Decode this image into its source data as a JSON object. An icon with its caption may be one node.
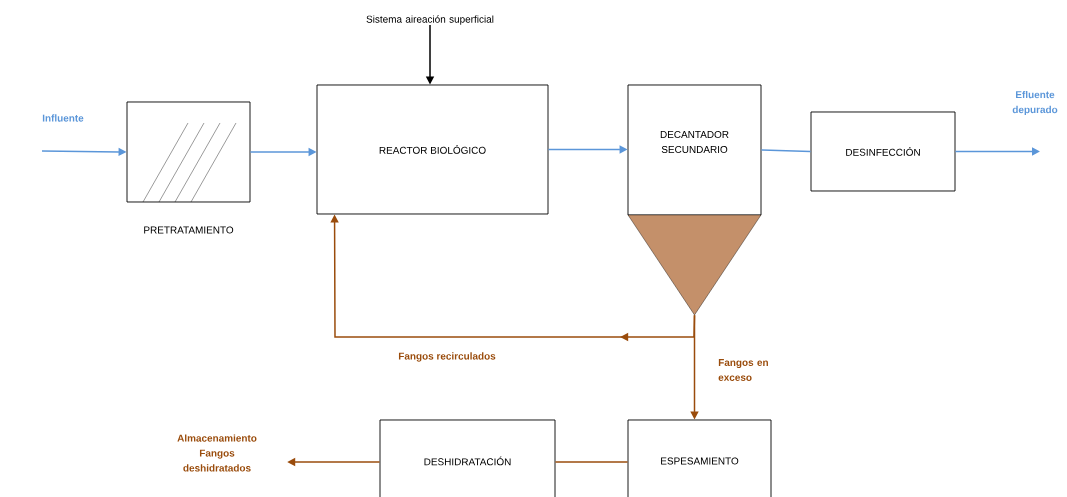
{
  "diagram": {
    "nodes": [
      {
        "text": [
          "PRETRATAMIENTO"
        ]
      },
      {
        "text": [
          "REACTOR BIOLÓGICO"
        ]
      },
      {
        "text": [
          "DECANTADOR SECUNDARIO"
        ]
      },
      {
        "text": [],
        "shape": "triangle"
      },
      {
        "text": [
          "DESINFECCIÓN"
        ]
      },
      {
        "text": [
          "ESPESAMIENTO"
        ]
      },
      {
        "text": [
          "DESHIDRATACIÓN"
        ]
      },
      {
        "text": [
          "Almacenamiento Fangos deshidratados"
        ]
      },
      {
        "text": [
          "Sistema aireación superficial"
        ]
      }
    ],
    "edges": [
      {
        "from": null,
        "to": 0,
        "arrow": "to",
        "label": "Influente"
      },
      {
        "from": 0,
        "to": 1,
        "arrow": "to"
      },
      {
        "from": 1,
        "to": 2,
        "arrow": "to"
      },
      {
        "from": 2,
        "to": 4,
        "arrow": "none"
      },
      {
        "from": 4,
        "to": null,
        "arrow": "to",
        "label": "Efluente depurado"
      },
      {
        "from": 3,
        "to": 1,
        "arrow": "to",
        "label": "Fangos recirculados",
        "color": "#9a4c0c"
      },
      {
        "from": 3,
        "to": 5,
        "arrow": "to",
        "label": "Fangos en exceso",
        "color": "#9a4c0c"
      },
      {
        "from": 5,
        "to": 6,
        "arrow": "none",
        "color": "#9a4c0c"
      },
      {
        "from": 6,
        "to": 7,
        "arrow": "to",
        "color": "#9a4c0c"
      },
      {
        "from": 8,
        "to": 1,
        "arrow": "to",
        "color": "#000000"
      }
    ]
  }
}
